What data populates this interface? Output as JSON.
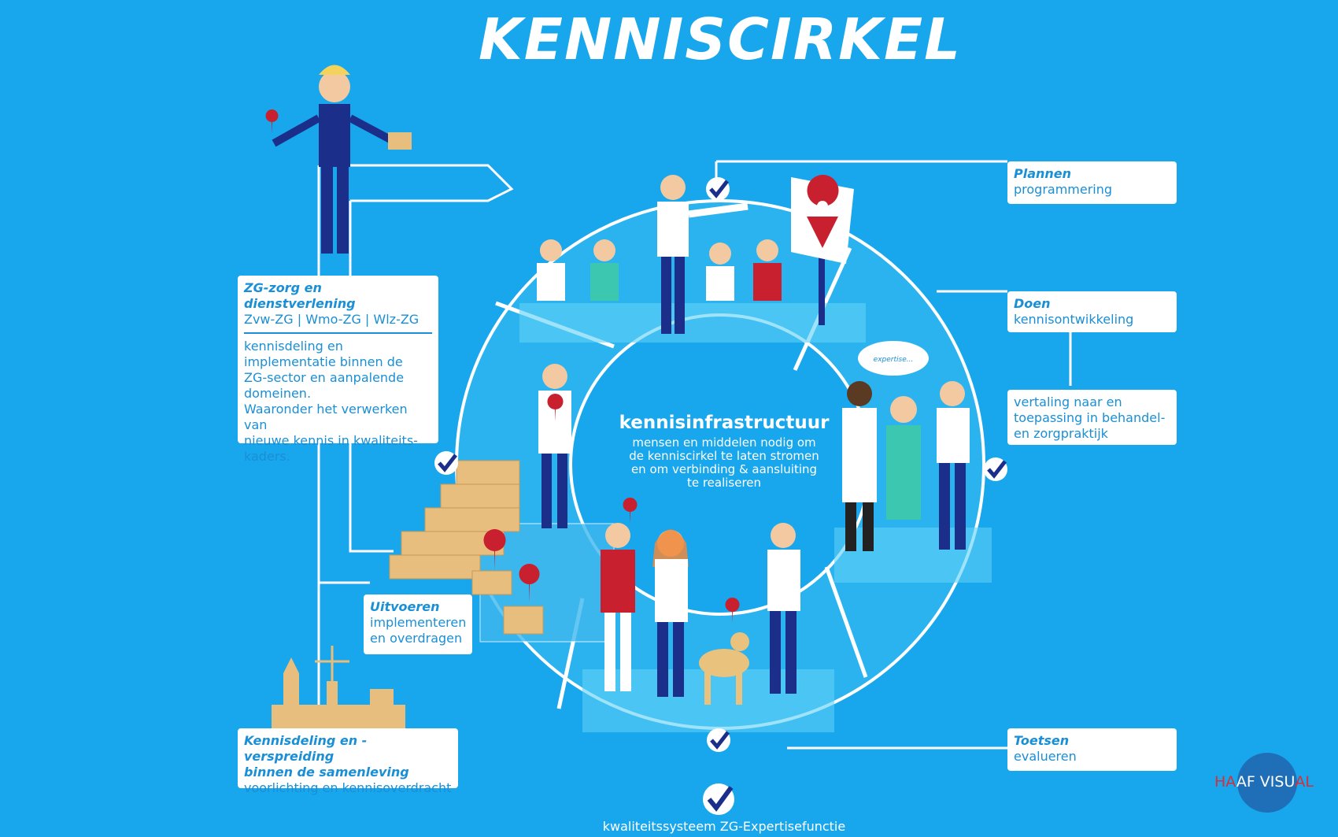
{
  "title": "KENNISCIRKEL",
  "center": {
    "title": "kennisinfrastructuur",
    "line1": "mensen en middelen nodig om",
    "line2": "de kenniscirkel te laten stromen",
    "line3": "en om verbinding & aansluiting",
    "line4": "te realiseren"
  },
  "left_box": {
    "heading": "ZG-zorg en dienstverlening",
    "sub": "Zvw-ZG | Wmo-ZG | Wlz-ZG",
    "body1": "kennisdeling en",
    "body2": "implementatie binnen de",
    "body3": "ZG-sector en aanpalende",
    "body4": "domeinen.",
    "body5": "Waaronder het verwerken van",
    "body6": "nieuwe kennis in kwaliteits-",
    "body7": "kaders."
  },
  "uitvoeren": {
    "heading": "Uitvoeren",
    "line1": "implementeren",
    "line2": "en overdragen"
  },
  "kennisdeling": {
    "heading1": "Kennisdeling en -verspreiding",
    "heading2": "binnen de samenleving",
    "line": "voorlichting en kennisoverdracht"
  },
  "plannen": {
    "heading": "Plannen",
    "line": "programmering"
  },
  "doen": {
    "heading": "Doen",
    "line": "kennisontwikkeling"
  },
  "vertaling": {
    "line1": "vertaling naar en",
    "line2": "toepassing in behandel-",
    "line3": "en zorgpraktijk"
  },
  "toetsen": {
    "heading": "Toetsen",
    "line": "evalueren"
  },
  "speech_bubble": "expertise...",
  "footer": "kwaliteitssysteem ZG-Expertisefunctie",
  "logo": {
    "part1": "HA",
    "part2": "AF VISU",
    "part3": "AL"
  },
  "colors": {
    "background": "#18a6ec",
    "accent_red": "#c8202e",
    "navy": "#1b2f8a",
    "box_text": "#1a8fd6"
  }
}
